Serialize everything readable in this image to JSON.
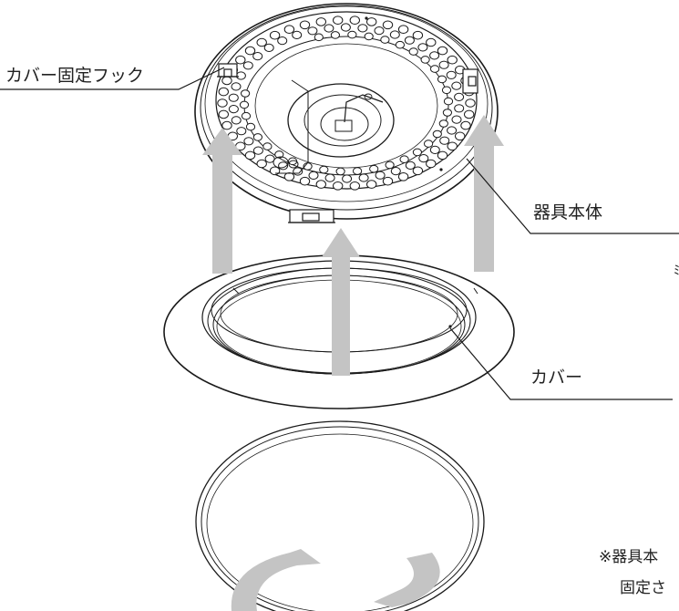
{
  "labels": {
    "cover_hook": "カバー固定フック",
    "fixture_body": "器具本体",
    "cover": "カバー"
  },
  "note": {
    "line1": "※器具本",
    "line2": "固定さ"
  },
  "edge_mark": "ﾐ",
  "colors": {
    "line": "#1a1a1a",
    "arrow": "#c4c4c4",
    "background": "#ffffff"
  }
}
